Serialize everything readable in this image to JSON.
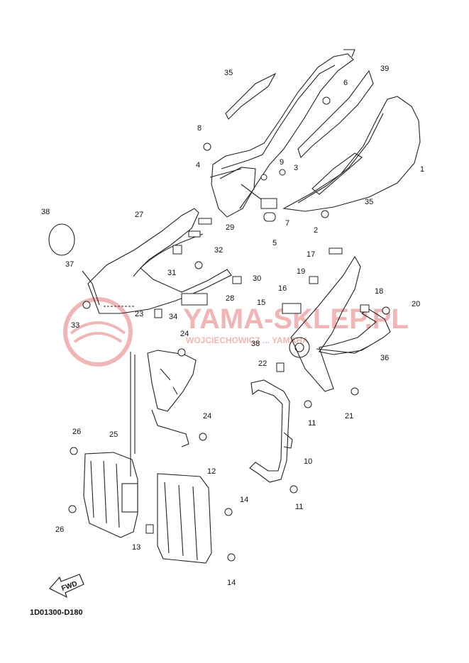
{
  "watermark": {
    "brand": "YAMA-SKLEP.PL",
    "subtitle": "WOJCIECHOWICZ ... YAMAHA",
    "color": "#e77a7a"
  },
  "diagram_code": "1D01300-D180",
  "fwd_label": "FWD",
  "part_numbers": [
    "1",
    "2",
    "3",
    "4",
    "5",
    "6",
    "7",
    "8",
    "9",
    "10",
    "11",
    "12",
    "13",
    "14",
    "15",
    "16",
    "17",
    "18",
    "19",
    "20",
    "21",
    "22",
    "23",
    "24",
    "25",
    "26",
    "27",
    "28",
    "29",
    "30",
    "31",
    "32",
    "33",
    "34",
    "35",
    "36",
    "37",
    "38",
    "39"
  ],
  "colors": {
    "line": "#222222",
    "background": "#ffffff"
  }
}
